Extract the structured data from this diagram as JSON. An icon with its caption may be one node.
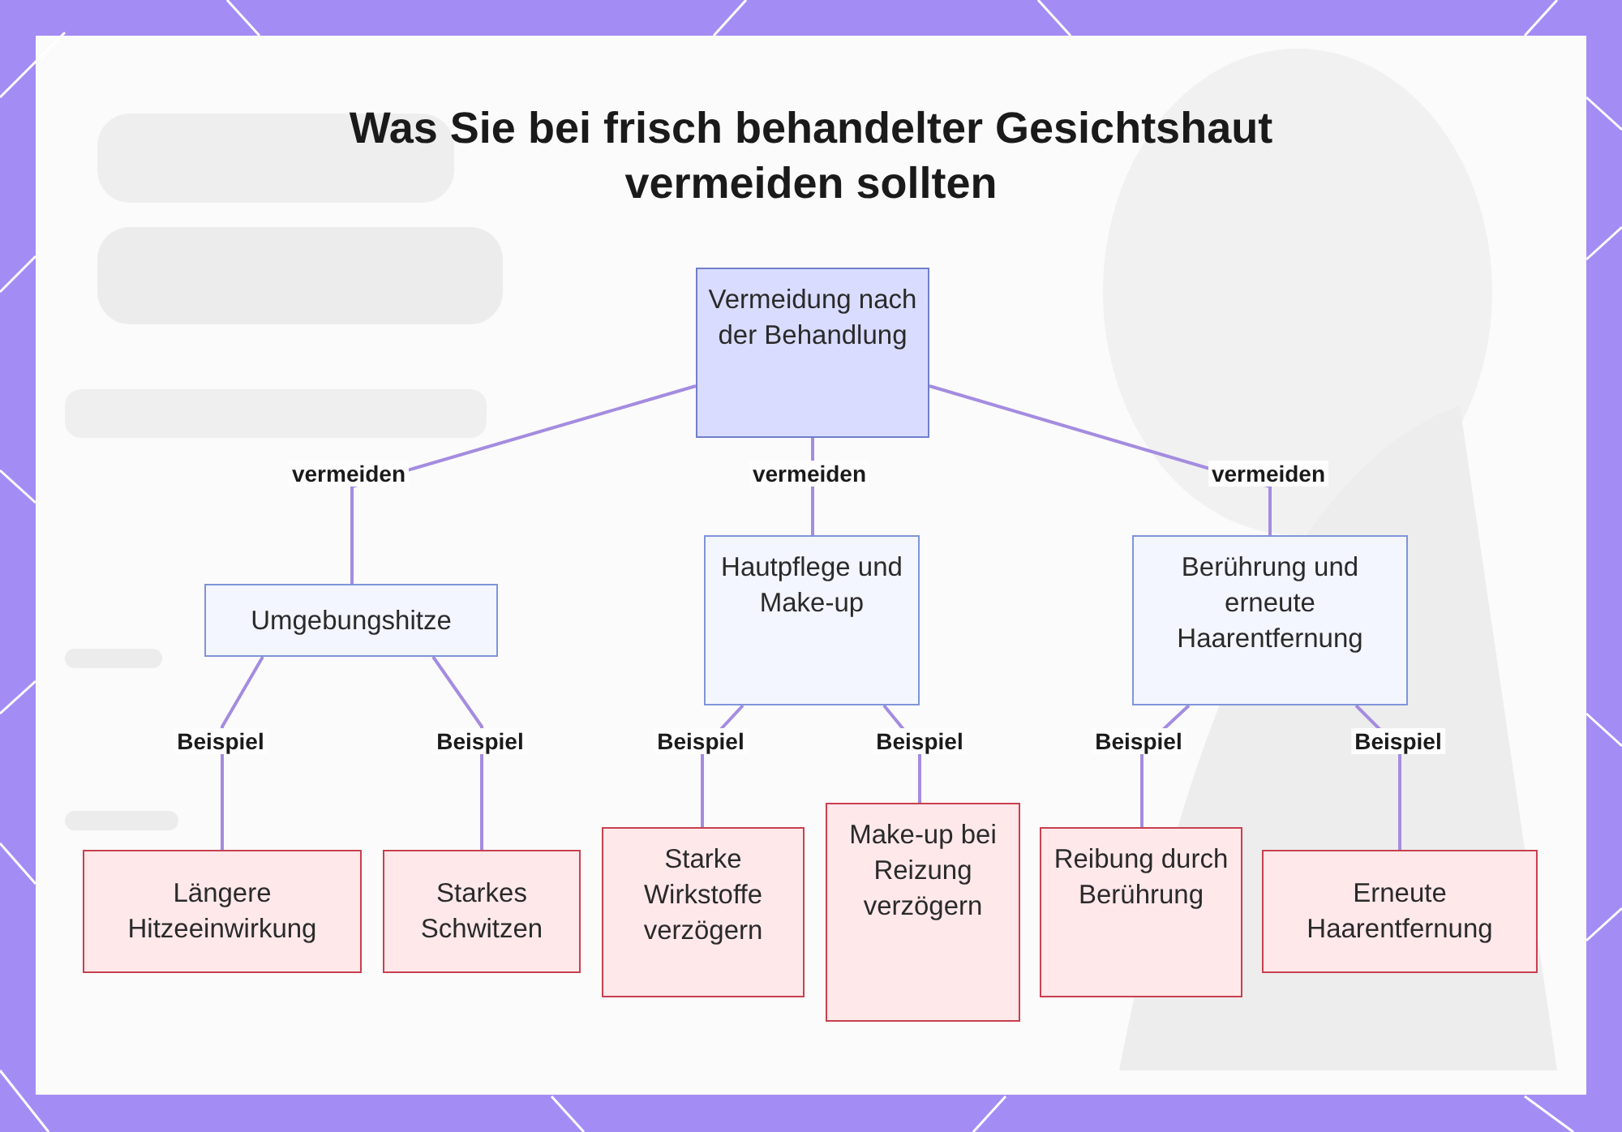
{
  "diagram": {
    "title": "Was Sie bei frisch behandelter Gesichtshaut vermeiden sollten",
    "nodes": [
      {
        "text": [
          "Vermeidung nach der Behandlung"
        ]
      },
      {
        "text": [
          "Umgebungshitze"
        ]
      },
      {
        "text": [
          "Hautpflege und Make-up"
        ]
      },
      {
        "text": [
          "Berührung und erneute Haarentfernung"
        ]
      },
      {
        "text": [
          "Längere Hitzeeinwirkung"
        ]
      },
      {
        "text": [
          "Starkes Schwitzen"
        ]
      },
      {
        "text": [
          "Starke Wirkstoffe verzögern"
        ]
      },
      {
        "text": [
          "Make-up bei Reizung verzögern"
        ]
      },
      {
        "text": [
          "Reibung durch Berührung"
        ]
      },
      {
        "text": [
          "Erneute Haarentfernung"
        ]
      }
    ],
    "edges": [
      {
        "from": 0,
        "to": 1,
        "arrow": "none",
        "label": "vermeiden"
      },
      {
        "from": 0,
        "to": 2,
        "arrow": "none",
        "label": "vermeiden"
      },
      {
        "from": 0,
        "to": 3,
        "arrow": "none",
        "label": "vermeiden"
      },
      {
        "from": 1,
        "to": 4,
        "arrow": "none",
        "label": "Beispiel"
      },
      {
        "from": 1,
        "to": 5,
        "arrow": "none",
        "label": "Beispiel"
      },
      {
        "from": 2,
        "to": 6,
        "arrow": "none",
        "label": "Beispiel"
      },
      {
        "from": 2,
        "to": 7,
        "arrow": "none",
        "label": "Beispiel"
      },
      {
        "from": 3,
        "to": 8,
        "arrow": "none",
        "label": "Beispiel"
      },
      {
        "from": 3,
        "to": 9,
        "arrow": "none",
        "label": "Beispiel"
      }
    ]
  }
}
